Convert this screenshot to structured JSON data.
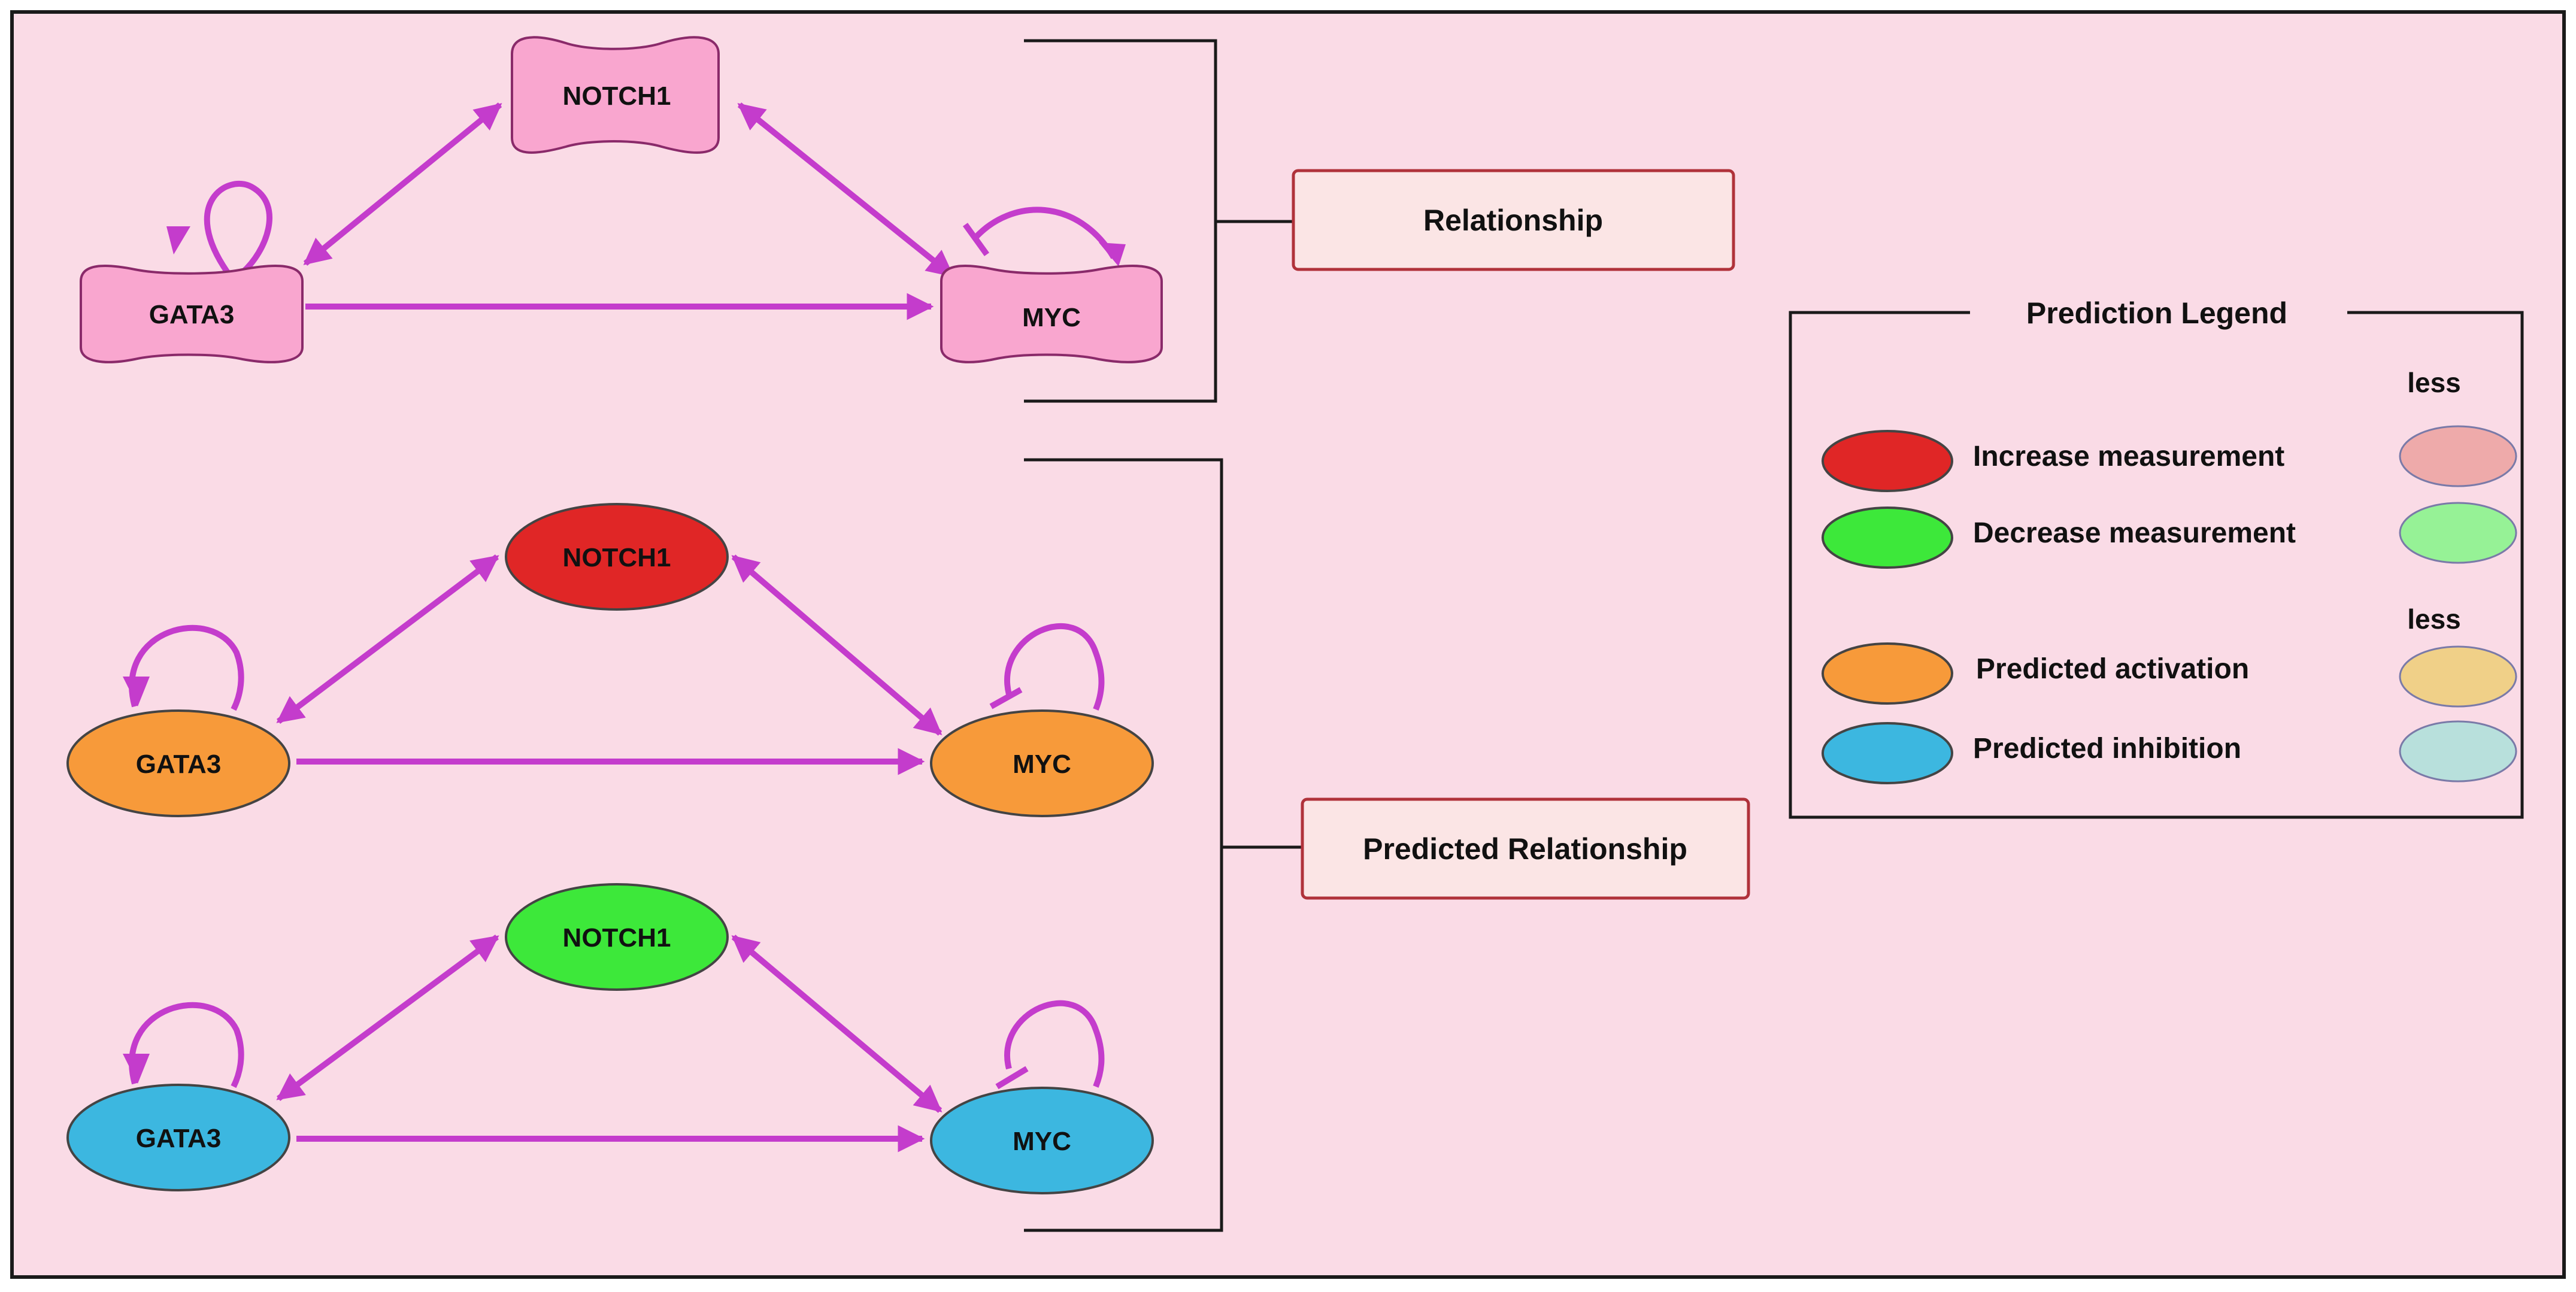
{
  "colors": {
    "background": "#fadbe6",
    "frame": "#1a1a1a",
    "edge": "#c43ccc",
    "pink_node": "#f9a6cf",
    "pink_node_stroke": "#8a2a6a",
    "increase": "#e02626",
    "decrease": "#3de83a",
    "activation": "#f79a3a",
    "inhibition": "#3cb7e0",
    "increase_less": "#eeaaaa",
    "decrease_less": "#96f296",
    "activation_less": "#f0d088",
    "inhibition_less": "#b8e0dc",
    "label_box_fill": "#fbe5e5",
    "label_box_stroke": "#b0323a"
  },
  "networks": [
    {
      "style": "pink-peanut",
      "nodes": {
        "notch1": "NOTCH1",
        "gata3": "GATA3",
        "myc": "MYC"
      },
      "fills": {
        "notch1": "pink_node",
        "gata3": "pink_node",
        "myc": "pink_node"
      }
    },
    {
      "style": "ellipse",
      "nodes": {
        "notch1": "NOTCH1",
        "gata3": "GATA3",
        "myc": "MYC"
      },
      "fills": {
        "notch1": "increase",
        "gata3": "activation",
        "myc": "activation"
      }
    },
    {
      "style": "ellipse",
      "nodes": {
        "notch1": "NOTCH1",
        "gata3": "GATA3",
        "myc": "MYC"
      },
      "fills": {
        "notch1": "decrease",
        "gata3": "inhibition",
        "myc": "inhibition"
      }
    }
  ],
  "labels": {
    "relationship": "Relationship",
    "predicted_relationship": "Predicted Relationship"
  },
  "legend": {
    "title": "Prediction Legend",
    "less_label_1": "less",
    "less_label_2": "less",
    "items": [
      {
        "label": "Increase measurement",
        "color": "increase",
        "less_color": "increase_less"
      },
      {
        "label": "Decrease measurement",
        "color": "decrease",
        "less_color": "decrease_less"
      },
      {
        "label": "Predicted activation",
        "color": "activation",
        "less_color": "activation_less"
      },
      {
        "label": "Predicted inhibition",
        "color": "inhibition",
        "less_color": "inhibition_less"
      }
    ]
  }
}
